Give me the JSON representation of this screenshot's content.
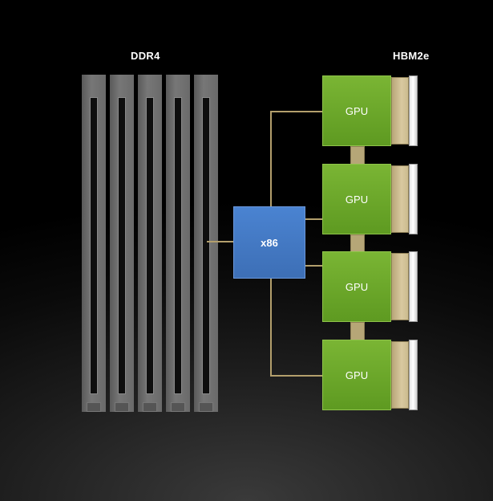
{
  "labels": {
    "ddr4": "DDR4",
    "hbm": "HBM2e"
  },
  "cpu": {
    "label": "x86",
    "color": "#4a83d1"
  },
  "gpus": [
    {
      "label": "GPU"
    },
    {
      "label": "GPU"
    },
    {
      "label": "GPU"
    },
    {
      "label": "GPU"
    }
  ],
  "dimm_count": 5,
  "colors": {
    "gpu": "#6aa72a",
    "hbm": "#d9c9a0",
    "wire": "#b39f6c",
    "dimm": "#6a6a6a"
  }
}
